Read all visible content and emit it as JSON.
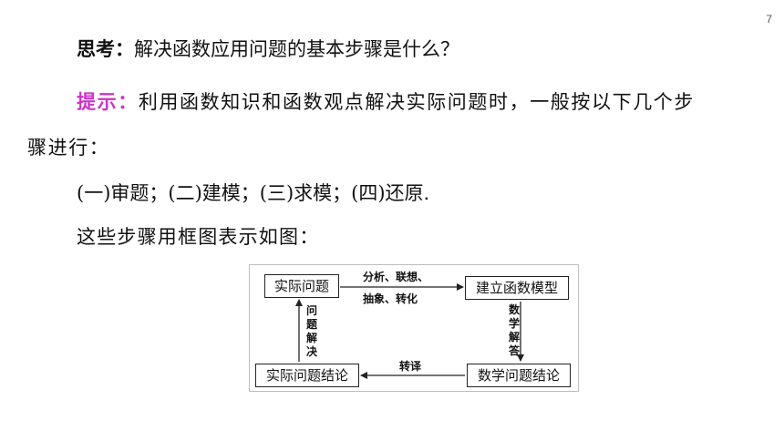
{
  "page_number": "7",
  "question": {
    "label": "思考：",
    "text": "解决函数应用问题的基本步骤是什么？"
  },
  "hint": {
    "label": "提示：",
    "text_line1": "利用函数知识和函数观点解决实际问题时，一般按以下几个步",
    "text_line2": "骤进行："
  },
  "steps_line": "(一)审题；(二)建模；(三)求模；(四)还原.",
  "intro_line": "这些步骤用框图表示如图：",
  "diagram": {
    "node_top_left": "实际问题",
    "node_top_right": "建立函数模型",
    "node_bottom_left": "实际问题结论",
    "node_bottom_right": "数学问题结论",
    "edge_top_line1": "分析、联想、",
    "edge_top_line2": "抽象、转化",
    "edge_right_chars": [
      "数",
      "学",
      "解",
      "答"
    ],
    "edge_bottom": "转译",
    "edge_left_chars": [
      "问",
      "题",
      "解",
      "决"
    ]
  }
}
